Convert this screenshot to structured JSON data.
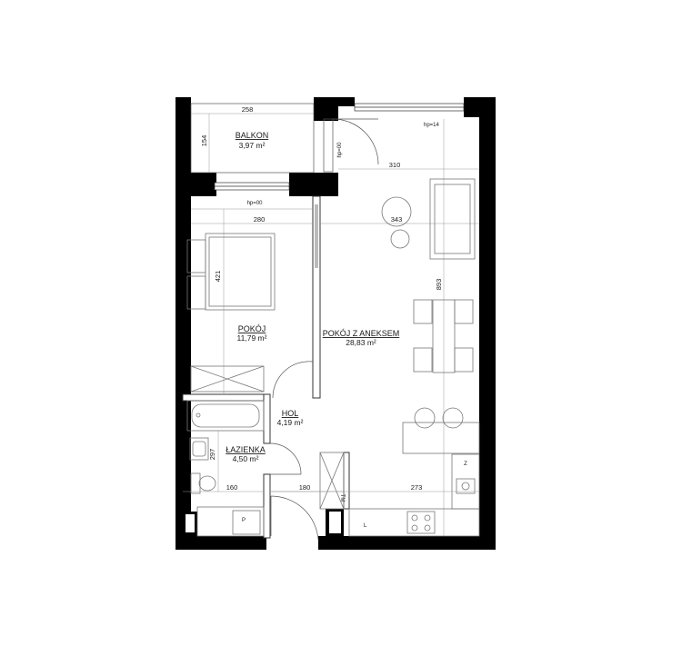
{
  "rooms": {
    "balcony": {
      "name": "BALKON",
      "area": "3,97 m²"
    },
    "bedroom": {
      "name": "POKÓJ",
      "area": "11,79 m²"
    },
    "living": {
      "name": "POKÓJ Z ANEKSEM",
      "area": "28,83 m²"
    },
    "hall": {
      "name": "HOL",
      "area": "4,19 m²"
    },
    "bathroom": {
      "name": "ŁAZIENKA",
      "area": "4,50 m²"
    }
  },
  "dimensions": {
    "balcony_width": "258",
    "balcony_depth": "154",
    "door_hp_balcony": "hp=00",
    "door_hp_right": "hp=14",
    "living_top": "310",
    "bedroom_width": "280",
    "door_hp_bedroom": "hp=00",
    "living_width": "343",
    "bedroom_depth": "421",
    "living_depth": "893",
    "bath_depth": "297",
    "bath_width": "160",
    "hall_width": "180",
    "kitchen_width": "273"
  },
  "symbols": {
    "tm": "TM",
    "z": "Z",
    "p": "P",
    "l": "L"
  }
}
